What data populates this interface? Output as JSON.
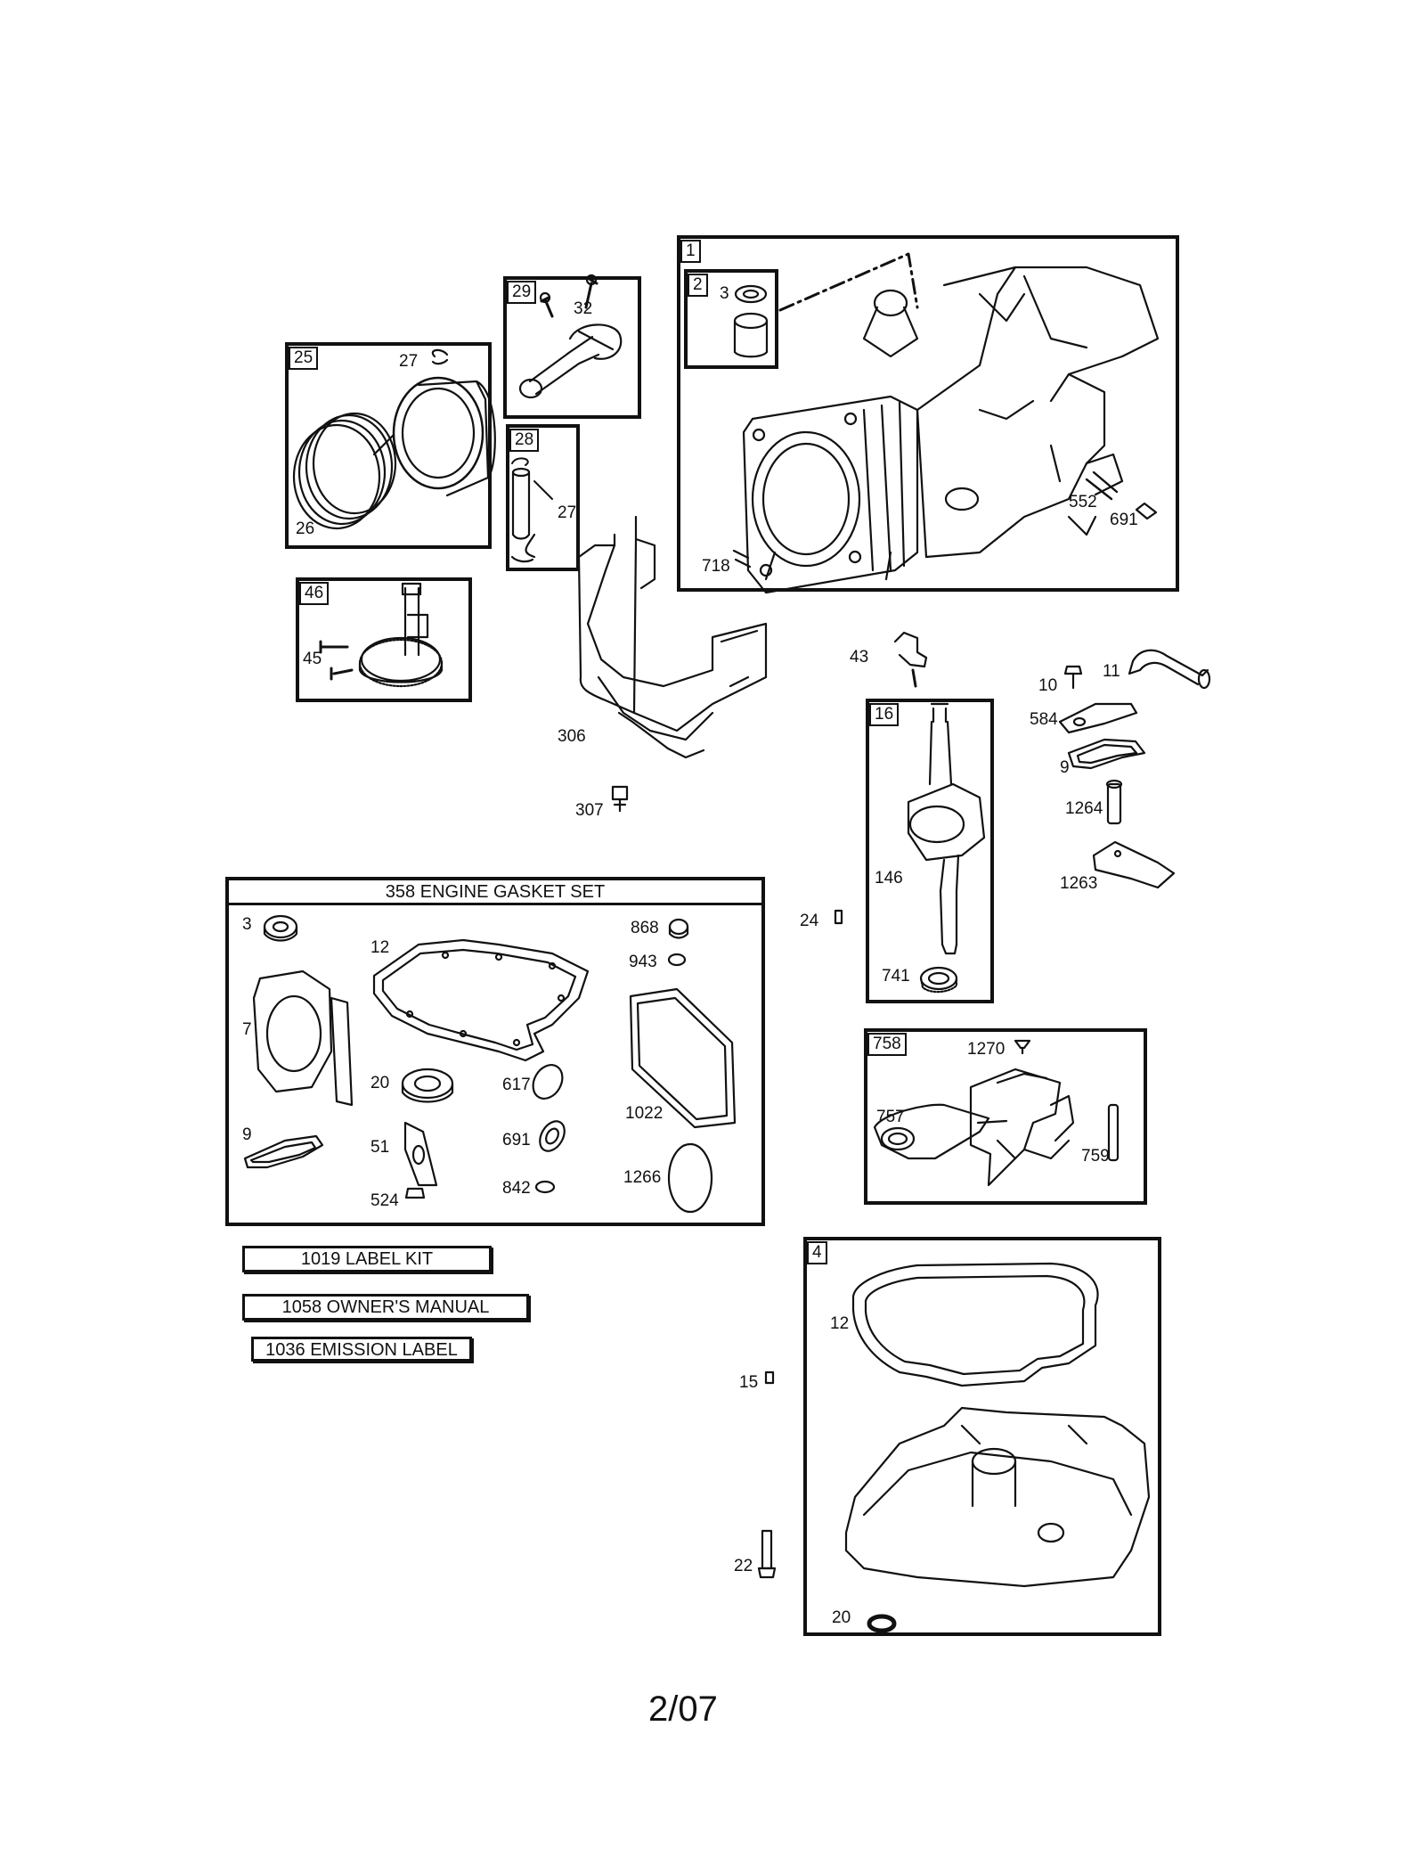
{
  "boxes": {
    "b25": "25",
    "b29": "29",
    "b28": "28",
    "b46": "46",
    "b1": "1",
    "b2": "2",
    "b16": "16",
    "b758": "758",
    "b4": "4"
  },
  "gasket_set_title": "358 ENGINE GASKET SET",
  "kits": {
    "label_kit": "1019 LABEL KIT",
    "owners_manual": "1058 OWNER'S MANUAL",
    "emission_label": "1036 EMISSION LABEL"
  },
  "parts": {
    "p27a": "27",
    "p26": "26",
    "p32": "32",
    "p27b": "27",
    "p45": "45",
    "p3a": "3",
    "p552": "552",
    "p691a": "691",
    "p718": "718",
    "p306": "306",
    "p307": "307",
    "p43": "43",
    "p10": "10",
    "p11": "11",
    "p584": "584",
    "p9a": "9",
    "p1264": "1264",
    "p1263": "1263",
    "p146": "146",
    "p24": "24",
    "p741": "741",
    "p3b": "3",
    "p12a": "12",
    "p868": "868",
    "p943": "943",
    "p7": "7",
    "p20a": "20",
    "p617": "617",
    "p1022": "1022",
    "p9b": "9",
    "p51": "51",
    "p691b": "691",
    "p1266": "1266",
    "p524": "524",
    "p842": "842",
    "p1270": "1270",
    "p757": "757",
    "p759": "759",
    "p12b": "12",
    "p15": "15",
    "p22": "22",
    "p20b": "20"
  },
  "page_number": "2/07"
}
